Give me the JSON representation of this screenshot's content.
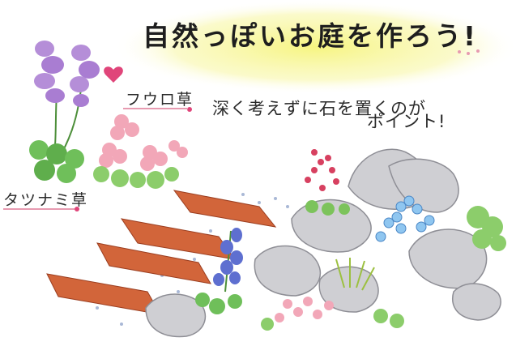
{
  "title": "自然っぽいお庭を作ろう!",
  "subtitle_line1": "深く考えずに石を置くのが",
  "subtitle_line2": "ポイント!",
  "labels": {
    "fuurosou": "フウロ草",
    "tatsunamisou": "タツナミ草"
  },
  "icons": [
    "heart-icon",
    "bullet-icon"
  ],
  "colors": {
    "title_glow": "#f4f27a",
    "heart": "#e0457a",
    "stone": "#c9c9cc",
    "wood": "#c8552f",
    "leaf": "#6fbf5a"
  }
}
